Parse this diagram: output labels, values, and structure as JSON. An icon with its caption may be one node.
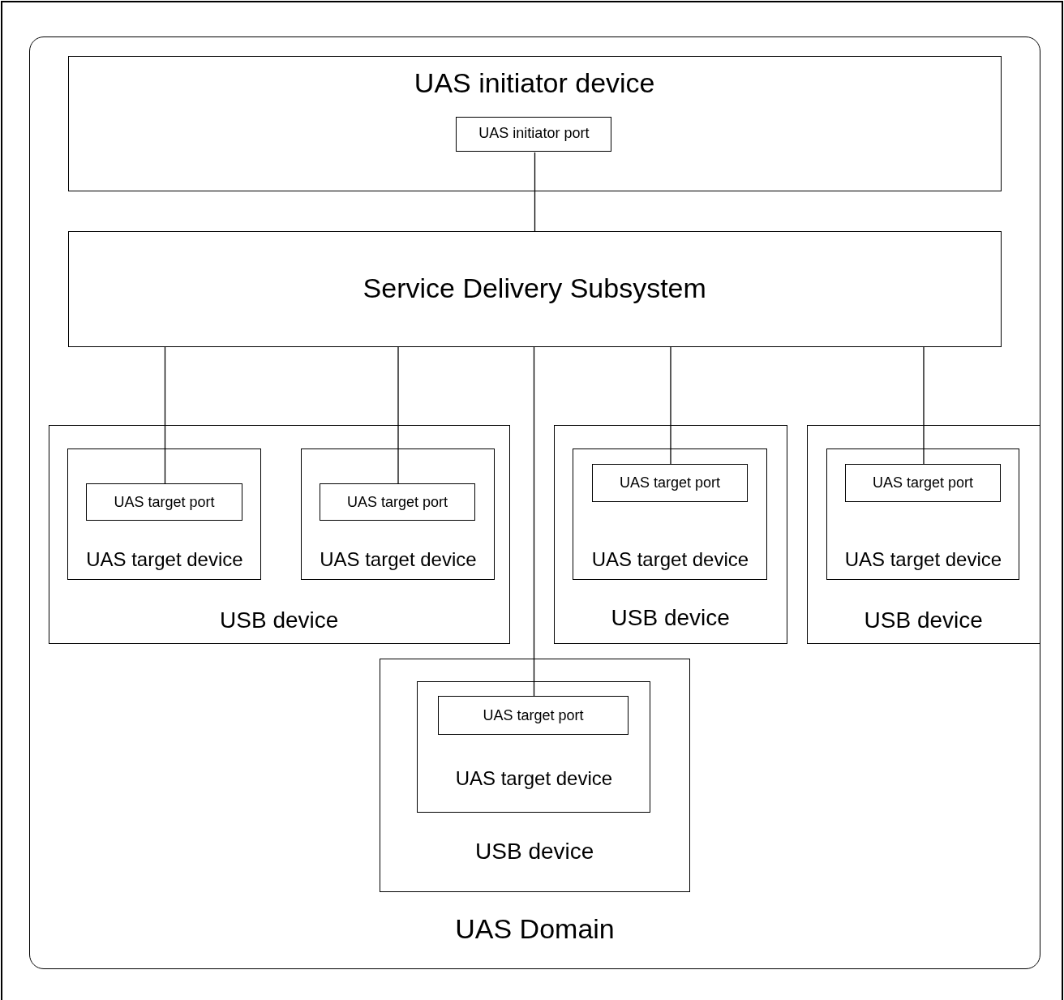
{
  "diagram": {
    "nodes": [
      {
        "text": [
          "UAS Domain"
        ]
      },
      {
        "text": [
          "UAS initiator device"
        ],
        "in": 0
      },
      {
        "text": [
          "UAS initiator port"
        ],
        "in": 1
      },
      {
        "text": [
          "Service Delivery Subsystem"
        ],
        "in": 0
      },
      {
        "text": [
          "USB device"
        ],
        "in": 0
      },
      {
        "text": [
          "UAS target device"
        ],
        "in": 4
      },
      {
        "text": [
          "UAS target port"
        ],
        "in": 5
      },
      {
        "text": [
          "UAS target device"
        ],
        "in": 4
      },
      {
        "text": [
          "UAS target port"
        ],
        "in": 7
      },
      {
        "text": [
          "USB device"
        ],
        "in": 0
      },
      {
        "text": [
          "UAS target device"
        ],
        "in": 9
      },
      {
        "text": [
          "UAS target port"
        ],
        "in": 10
      },
      {
        "text": [
          "USB device"
        ],
        "in": 0
      },
      {
        "text": [
          "UAS target device"
        ],
        "in": 12
      },
      {
        "text": [
          "UAS target port"
        ],
        "in": 13
      },
      {
        "text": [
          "USB device"
        ],
        "in": 0
      },
      {
        "text": [
          "UAS target device"
        ],
        "in": 15
      },
      {
        "text": [
          "UAS target port"
        ],
        "in": 16
      }
    ],
    "edges": [
      {
        "from": 2,
        "to": 3,
        "arrow": "none"
      },
      {
        "from": 3,
        "to": 6,
        "arrow": "none"
      },
      {
        "from": 3,
        "to": 8,
        "arrow": "none"
      },
      {
        "from": 3,
        "to": 11,
        "arrow": "none"
      },
      {
        "from": 3,
        "to": 14,
        "arrow": "none"
      },
      {
        "from": 3,
        "to": 17,
        "arrow": "none"
      }
    ]
  }
}
